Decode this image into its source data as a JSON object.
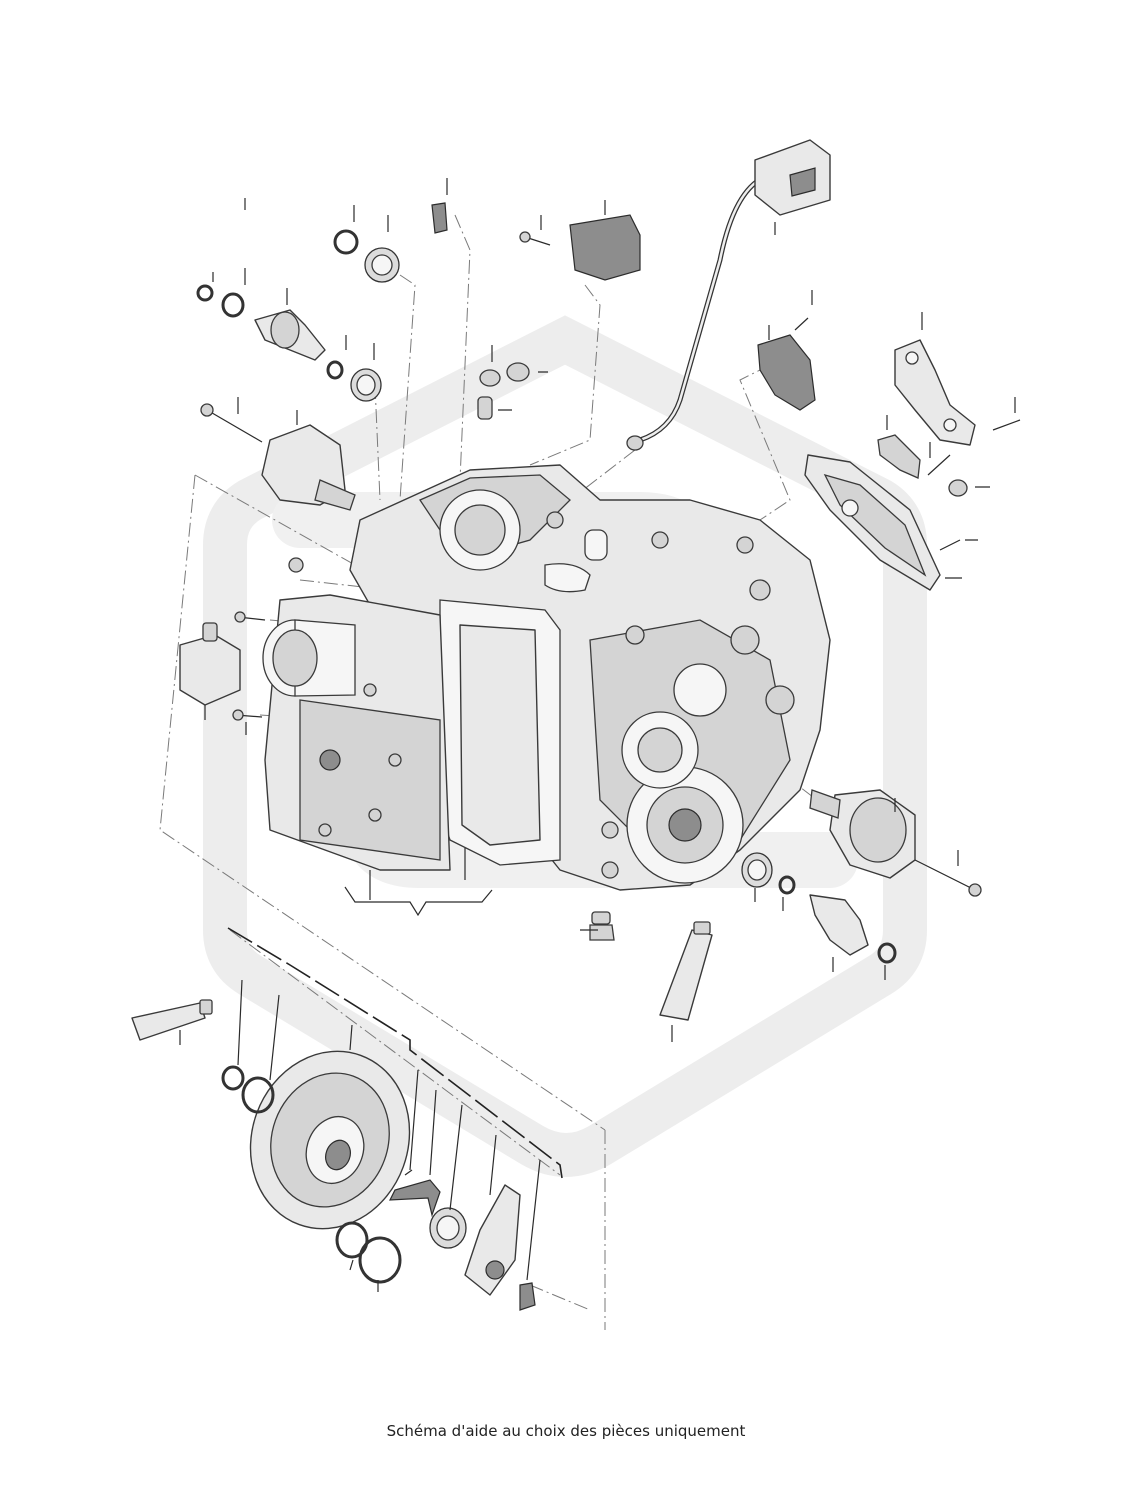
{
  "caption": "Schéma d'aide au choix des pièces uniquement",
  "watermark": {
    "color": "#ececec",
    "shape": "rounded-hexagon-logo"
  },
  "diagram": {
    "subject": "gearbox-exploded-view",
    "line_color": "#333333",
    "leader_dash_color": "#7a7a7a"
  }
}
